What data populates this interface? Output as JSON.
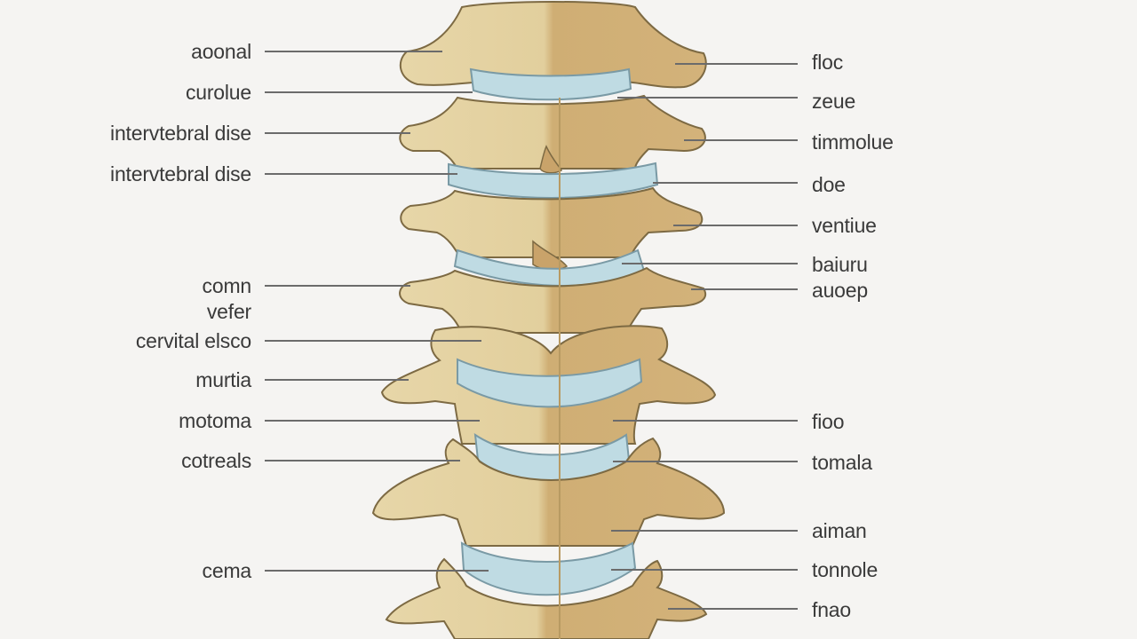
{
  "colors": {
    "background": "#f5f4f2",
    "bone": "#e2cf9d",
    "bone_shadow": "#c9a36a",
    "bone_outline": "#7d6a43",
    "disc": "#bfdbe3",
    "disc_outline": "#7a9aa5",
    "leader_line": "#6b6b6b",
    "text": "#3a3a3a"
  },
  "labels_left": [
    "aoonal",
    "curolue",
    "intervtebral dise",
    "intervtebral dise",
    "comn",
    "vefer",
    "cervital elsco",
    "murtia",
    "motoma",
    "cotreals",
    "cema"
  ],
  "labels_right": [
    "floc",
    "zeue",
    "timmolue",
    "doe",
    "ventiue",
    "baiuru",
    "auoep",
    "fioo",
    "tomala",
    "aiman",
    "tonnole",
    "fnao"
  ]
}
